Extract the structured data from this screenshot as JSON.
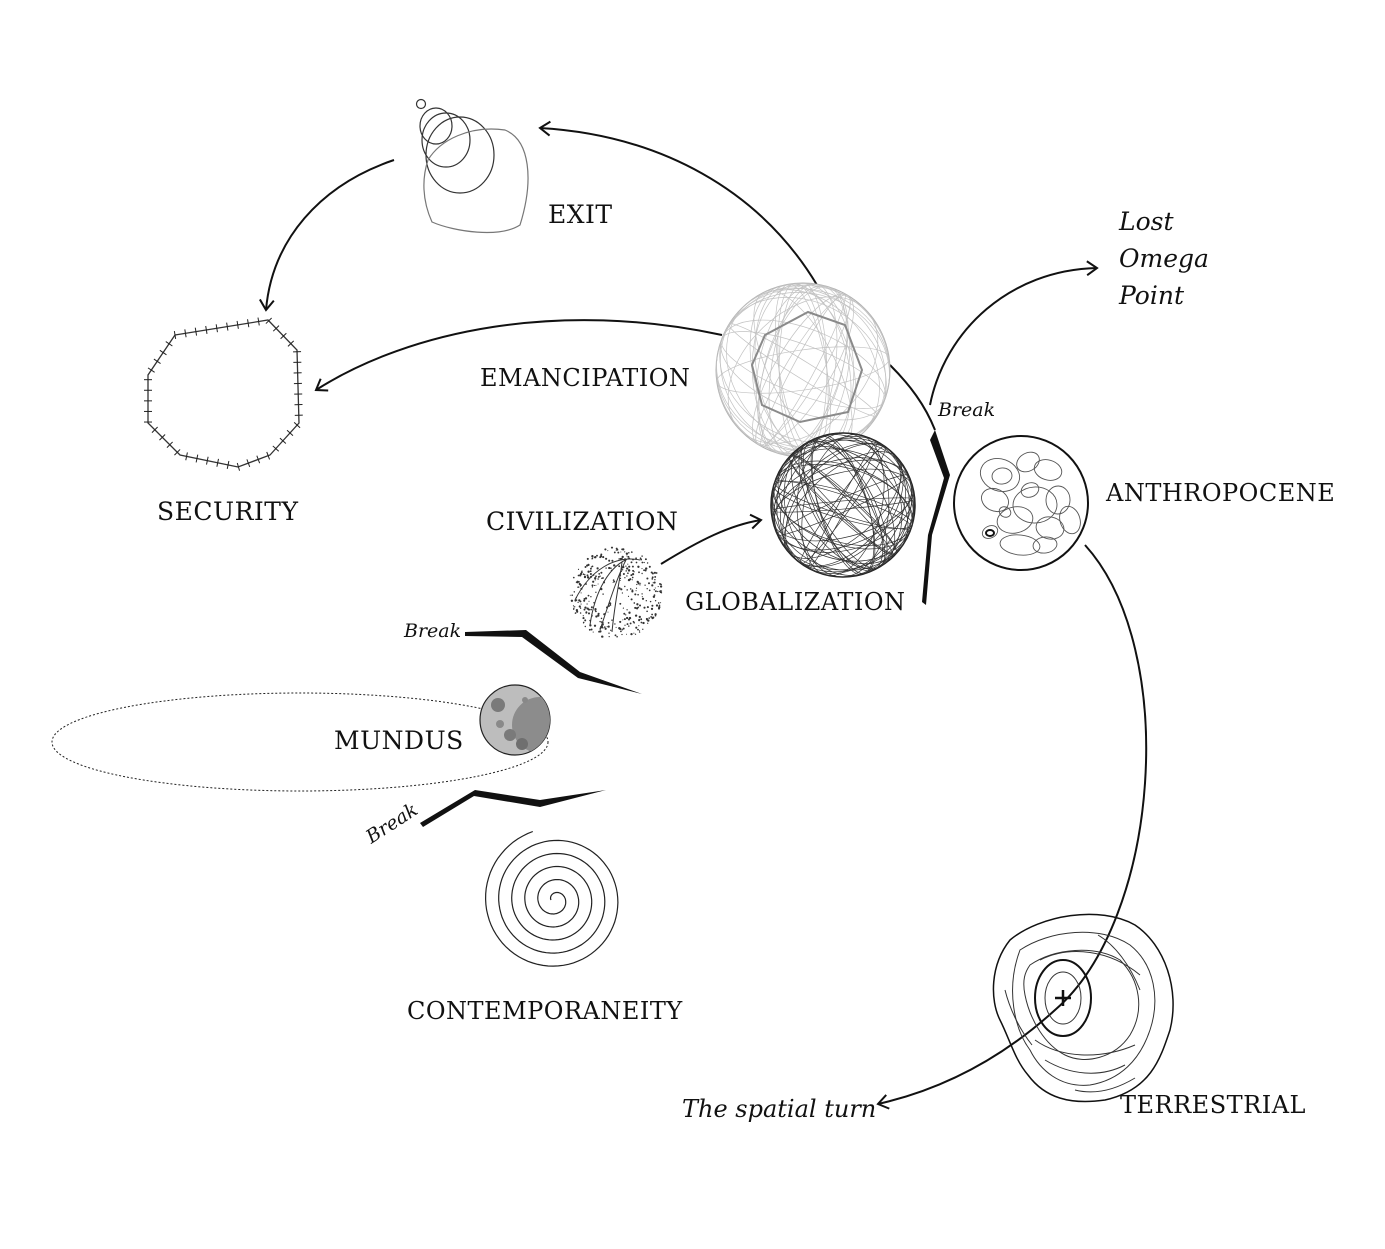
{
  "labels": {
    "exit": "EXIT",
    "emancipation": "EMANCIPATION",
    "security": "SECURITY",
    "civilization": "CIVILIZATION",
    "globalization": "GLOBALIZATION",
    "anthropocene": "ANTHROPOCENE",
    "mundus": "MUNDUS",
    "contemporaneity": "CONTEMPORANEITY",
    "terrestrial": "TERRESTRIAL"
  },
  "annotations": {
    "lost_omega_point": [
      "Lost",
      "Omega",
      "Point"
    ],
    "break": "Break",
    "spatial_turn": "The spatial turn"
  },
  "icons": [
    "exit-icon",
    "security-icon",
    "emancipation-sphere-icon",
    "globalization-sphere-icon",
    "anthropocene-sphere-icon",
    "civilization-sphere-icon",
    "mundus-moon-icon",
    "contemporaneity-spiral-icon",
    "terrestrial-landmass-icon"
  ],
  "colors": {
    "ink": "#111111",
    "faint": "#9a9a9a",
    "moon": "#b9b9b9",
    "moon_dark": "#7a7a7a"
  }
}
